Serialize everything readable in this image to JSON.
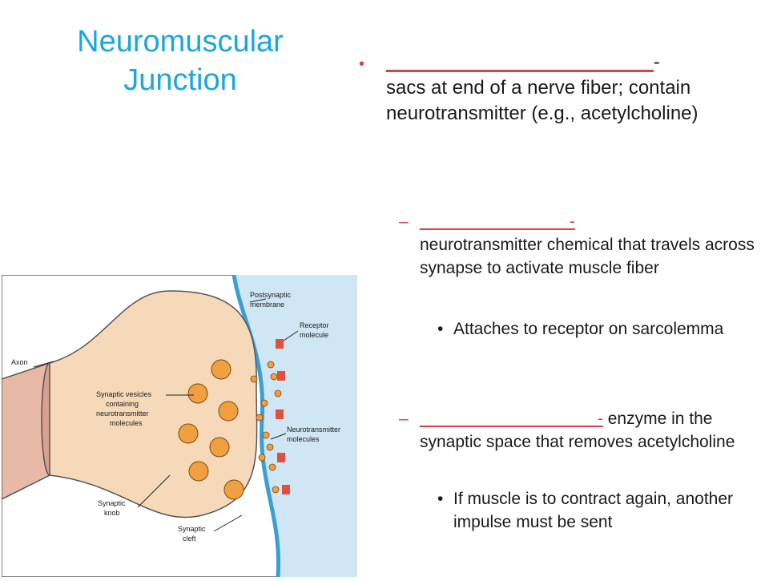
{
  "slide": {
    "title_line1": "Neuromuscular",
    "title_line2": "Junction",
    "bullet1": {
      "blank": "_________________________",
      "dash": "-",
      "text": "sacs at end of a nerve fiber; contain neurotransmitter (e.g., acetylcholine)"
    },
    "sub1": {
      "blank": "________________-",
      "text": "neurotransmitter chemical that travels across synapse to activate muscle fiber",
      "point": "Attaches to receptor on sarcolemma"
    },
    "sub2": {
      "blank": "___________________-",
      "text": "enzyme in the synaptic space that removes acetylcholine",
      "point": "If muscle is to contract again, another impulse must be sent"
    }
  },
  "figure": {
    "labels": {
      "postsynaptic": [
        "Postsynaptic",
        "membrane"
      ],
      "receptor": [
        "Receptor",
        "molecule"
      ],
      "axon": "Axon",
      "vesicles": [
        "Synaptic vesicles",
        "containing",
        "neurotransmitter",
        "molecules"
      ],
      "neurotransmitter": [
        "Neurotransmitter",
        "molecules"
      ],
      "knob": [
        "Synaptic",
        "knob"
      ],
      "cleft": [
        "Synaptic",
        "cleft"
      ]
    },
    "colors": {
      "knob_fill": "#f5d9b8",
      "muscle_fill": "#cfe6f5",
      "membrane": "#3a9ed6",
      "vesicle": "#f0a040",
      "receptor": "#e0503a"
    }
  }
}
